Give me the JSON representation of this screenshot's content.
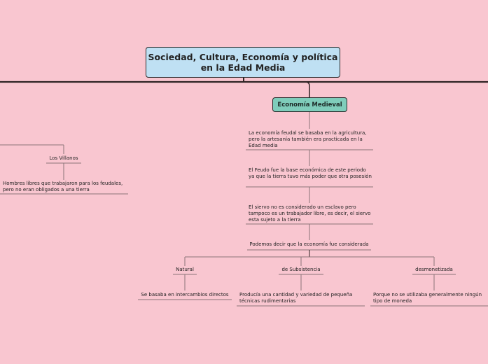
{
  "title": "Sociedad, Cultura, Economía y política en la Edad Media",
  "economy": {
    "label": "Economía Medieval",
    "facts": [
      "La economía feudal se basaba en la agricultura, pero la artesanía también era practicada en la Edad media",
      "El Feudo fue la base económica de este periodo ya que la tierra tuvo más poder  que otra posesión",
      "El siervo no es considerado un esclavo pero tampoco es un trabajador libre, es decir, el siervo esta sujeto a la tierra"
    ],
    "considered": "Podemos decir que la economía fue considerada",
    "types": [
      {
        "label": "Natural",
        "detail": "Se basaba en intercambios directos"
      },
      {
        "label": "de Subsistencia",
        "detail": "Producía una cantidad y variedad de pequeña técnicas rudimentarias"
      },
      {
        "label": "desmonetizada",
        "detail": "Porque no se utilizaba generalmente ningún tipo de moneda"
      }
    ]
  },
  "society": {
    "villanos_label": "Los Villanos",
    "villanos_detail": "Hombres libres que trabajaron para los feudales, pero no eran obligados a una tierra"
  }
}
